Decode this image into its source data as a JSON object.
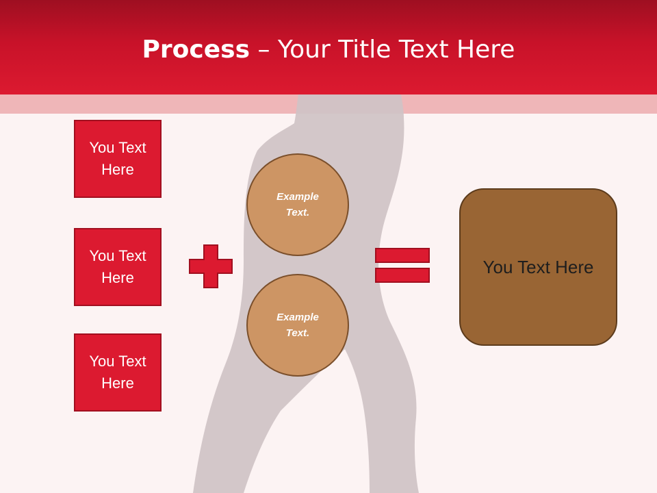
{
  "slide": {
    "title_bold": "Process",
    "title_rest": " – Your Title Text Here"
  },
  "input_boxes": [
    {
      "label": "You Text Here"
    },
    {
      "label": "You Text Here"
    },
    {
      "label": "You Text Here"
    }
  ],
  "operators": {
    "plus": "plus-icon",
    "equals": "equals-icon"
  },
  "circles": [
    {
      "label": "Example Text."
    },
    {
      "label": "Example Text."
    }
  ],
  "result": {
    "label": "You Text Here"
  },
  "colors": {
    "header": "#dc1a30",
    "box_fill": "#dc1a30",
    "circle_fill": "#cd9564",
    "result_fill": "#996534",
    "silhouette": "#cfc3c5",
    "background": "#fcf3f3"
  }
}
